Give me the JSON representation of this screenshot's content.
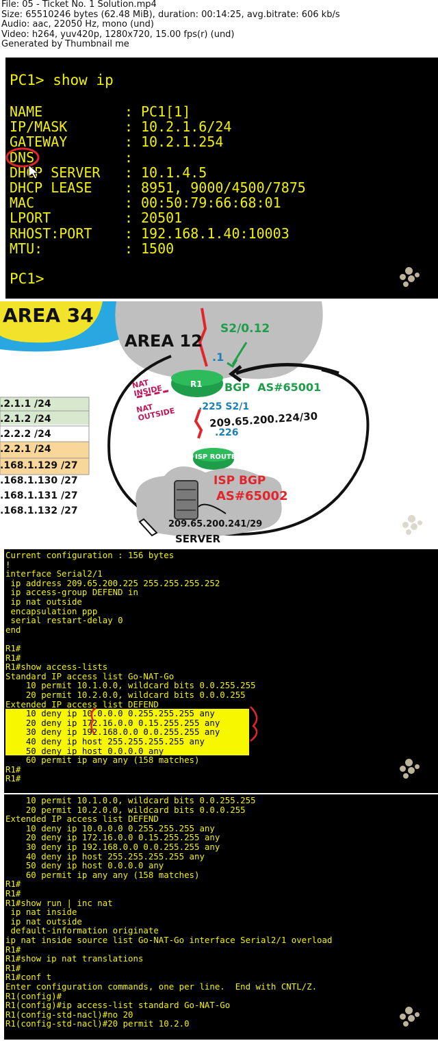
{
  "meta": {
    "file": "File: 05 - Ticket No. 1 Solution.mp4",
    "size": "Size: 65510246 bytes (62.48 MiB), duration: 00:14:25, avg.bitrate: 606 kb/s",
    "audio": "Audio: aac, 22050 Hz, mono (und)",
    "video": "Video: h264, yuv420p, 1280x720, 15.00 fps(r) (und)",
    "generator": "Generated by Thumbnail me"
  },
  "frame1": {
    "command": "PC1> show ip",
    "rows": [
      {
        "key": "NAME",
        "value": "PC1[1]"
      },
      {
        "key": "IP/MASK",
        "value": "10.2.1.6/24"
      },
      {
        "key": "GATEWAY",
        "value": "10.2.1.254"
      },
      {
        "key": "DNS",
        "value": ""
      },
      {
        "key": "DHCP SERVER",
        "value": "10.1.4.5"
      },
      {
        "key": "DHCP LEASE",
        "value": "8951, 9000/4500/7875"
      },
      {
        "key": "MAC",
        "value": "00:50:79:66:68:01"
      },
      {
        "key": "LPORT",
        "value": "20501"
      },
      {
        "key": "RHOST:PORT",
        "value": "192.168.1.40:10003"
      },
      {
        "key": "MTU:",
        "value": "1500"
      }
    ],
    "prompt": "PC1>"
  },
  "frame2": {
    "area34": "AREA 34",
    "area12": "AREA 12",
    "s2_012": "S2/0.12",
    "dot1": ".1",
    "nat_inside": "NAT INSIDE",
    "nat_outside": "NAT OUTSIDE",
    "r1": "R1",
    "bgp": "BGP  AS#65001",
    "s21": ".225 S2/1",
    "net": "209.65.200.224/30",
    "dot226": ".226",
    "isp_router": "ISP ROUTER",
    "isp_bgp": "ISP BGP",
    "as65002": "AS#65002",
    "server_net": "209.65.200.241/29",
    "server": "SERVER",
    "table": [
      ".2.1.1 /24",
      ".2.1.2 /24",
      ".2.2.2 /24",
      ".2.2.1 /24",
      ".168.1.129 /27",
      ".168.1.130 /27",
      ".168.1.131 /27",
      ".168.1.132 /27"
    ]
  },
  "frame3": {
    "lines": [
      "Current configuration : 156 bytes",
      "!",
      "interface Serial2/1",
      " ip address 209.65.200.225 255.255.255.252",
      " ip access-group DEFEND in",
      " ip nat outside",
      " encapsulation ppp",
      " serial restart-delay 0",
      "end",
      "",
      "R1#",
      "R1#",
      "R1#show access-lists",
      "Standard IP access list Go-NAT-Go",
      "    10 permit 10.1.0.0, wildcard bits 0.0.255.255",
      "    20 permit 10.2.0.0, wildcard bits 0.0.0.255",
      "Extended IP access list DEFEND",
      "    10 deny ip 10.0.0.0 0.255.255.255 any",
      "    20 deny ip 172.16.0.0 0.15.255.255 any",
      "    30 deny ip 192.168.0.0 0.0.255.255 any",
      "    40 deny ip host 255.255.255.255 any",
      "    50 deny ip host 0.0.0.0 any",
      "    60 permit ip any any (158 matches)",
      "R1#",
      "R1#"
    ]
  },
  "frame4": {
    "lines": [
      "    10 permit 10.1.0.0, wildcard bits 0.0.255.255",
      "    20 permit 10.2.0.0, wildcard bits 0.0.0.255",
      "Extended IP access list DEFEND",
      "    10 deny ip 10.0.0.0 0.255.255.255 any",
      "    20 deny ip 172.16.0.0 0.15.255.255 any",
      "    30 deny ip 192.168.0.0 0.0.255.255 any",
      "    40 deny ip host 255.255.255.255 any",
      "    50 deny ip host 0.0.0.0 any",
      "    60 permit ip any any (158 matches)",
      "R1#",
      "R1#",
      "R1#show run | inc nat",
      " ip nat inside",
      " ip nat outside",
      " default-information originate",
      "ip nat inside source list Go-NAT-Go interface Serial2/1 overload",
      "R1#",
      "R1#show ip nat translations",
      "R1#",
      "R1#conf t",
      "Enter configuration commands, one per line.  End with CNTL/Z.",
      "R1(config)#",
      "R1(config)#ip access-list standard Go-NAT-Go",
      "R1(config-std-nacl)#no 20",
      "R1(config-std-nacl)#20 permit 10.2.0"
    ]
  },
  "colors": {
    "terminal_text": "#f2f200",
    "highlight": "#f7f700",
    "router_green": "#1e9e4a",
    "annotation_red": "#e0262c"
  }
}
